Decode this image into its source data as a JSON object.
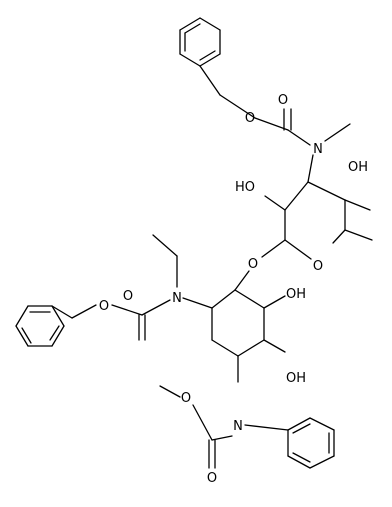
{
  "molecule": {
    "labels": {
      "carbamate_top_O_carbonyl": "O",
      "carbamate_top_O_ester": "O",
      "carbamate_top_N": "N",
      "sugar_OH_left": "HO",
      "sugar_OH_right": "OH",
      "ring_O": "O",
      "glycosidic_O": "O",
      "ring_N_left": "N",
      "left_carbamate_O_carbonyl": "O",
      "left_carbamate_O_ester": "O",
      "cyclohexane_OH_upper": "OH",
      "cyclohexane_OH_lower": "OH",
      "bottom_N": "N",
      "bottom_carbamate_O_ester": "O",
      "bottom_carbamate_O_carbonyl": "O"
    },
    "colors": {
      "bond": "#000000",
      "label": "#000000",
      "background": "#ffffff"
    }
  }
}
